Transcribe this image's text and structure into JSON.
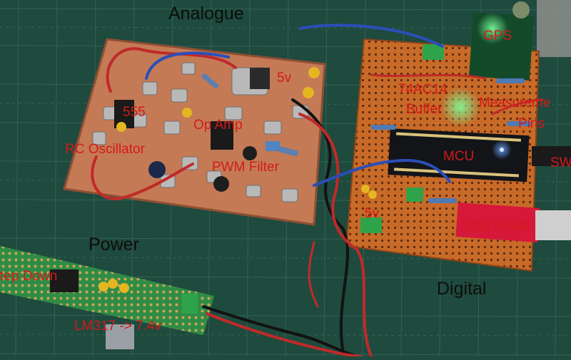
{
  "sections": {
    "analogue": "Analogue",
    "power": "Power",
    "digital": "Digital"
  },
  "annotations": {
    "ic555": "555",
    "rc_oscillator": "RC Oscillator",
    "op_amp": "Op Amp",
    "pwm_filter": "PWM Filter",
    "analogue_5v": "5v",
    "digital_5v": "5v",
    "gps": "GPS",
    "ic74ac14_line1": "74AC14",
    "ic74ac14_line2": "Buffer",
    "measurement_line1": "Measureme",
    "measurement_line2": "Pins",
    "mcu": "MCU",
    "sw": "SW",
    "usb_serial": "USB Serial",
    "step_down": "tep Down",
    "lm317": "LM317 -> 7.4v"
  },
  "colors": {
    "mat": "#1f4a3e",
    "copper": "#c47a55",
    "perfboard": "#c86a28",
    "label_red": "#d31a1a",
    "label_black": "#0d0d0d"
  }
}
